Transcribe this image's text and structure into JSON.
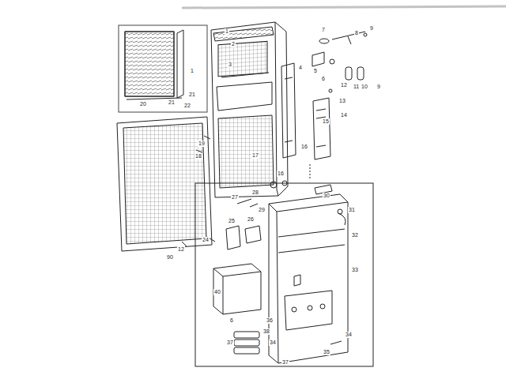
{
  "diagram": {
    "labels": [
      "1",
      "2",
      "3",
      "4",
      "5",
      "6",
      "7",
      "8",
      "9",
      "12",
      "11",
      "10",
      "9",
      "13",
      "14",
      "15",
      "16",
      "17",
      "18",
      "19",
      "20",
      "21",
      "22",
      "21",
      "1",
      "90",
      "12",
      "16",
      "27",
      "28",
      "29",
      "26",
      "25",
      "24",
      "30",
      "31",
      "32",
      "33",
      "40",
      "6",
      "38",
      "36",
      "37",
      "34",
      "35",
      "34",
      "37"
    ]
  }
}
